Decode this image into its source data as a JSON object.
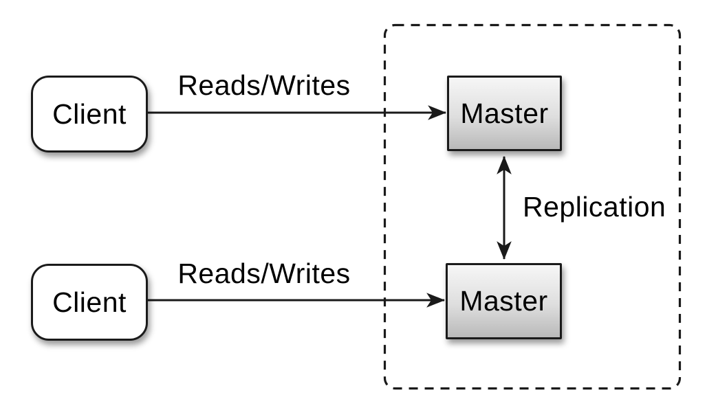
{
  "colors": {
    "stroke": "#1a1a1a",
    "background": "#ffffff",
    "client_fill": "#ffffff",
    "master_fill_top": "#f6f6f6",
    "master_fill_bottom": "#b9b9b9"
  },
  "nodes": {
    "client_top": {
      "label": "Client"
    },
    "client_bottom": {
      "label": "Client"
    },
    "master_top": {
      "label": "Master"
    },
    "master_bottom": {
      "label": "Master"
    }
  },
  "edges": {
    "reads_writes_top": {
      "label": "Reads/Writes"
    },
    "reads_writes_bottom": {
      "label": "Reads/Writes"
    },
    "replication": {
      "label": "Replication"
    }
  }
}
